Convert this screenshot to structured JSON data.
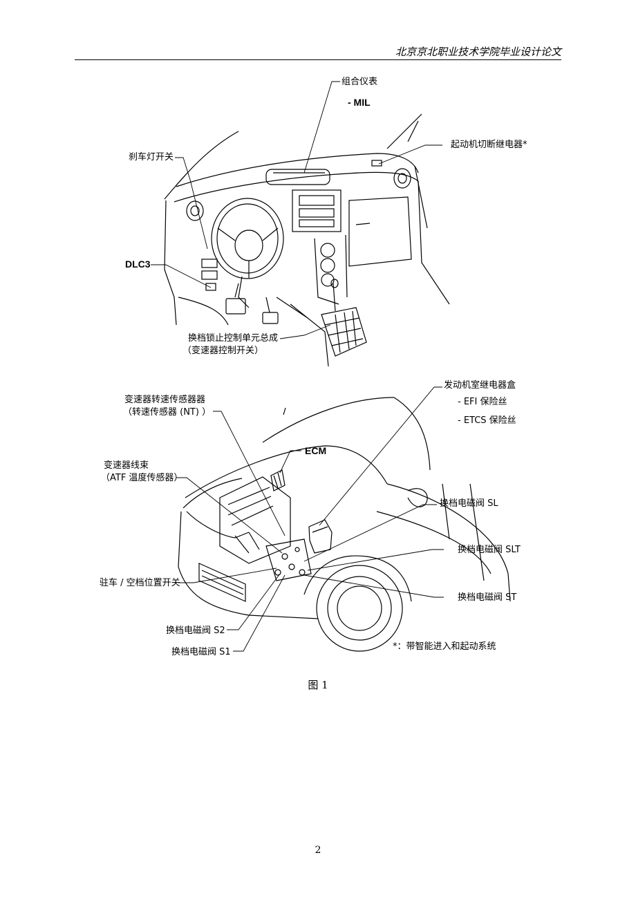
{
  "header": {
    "title": "北京京北职业技术学院毕业设计论文"
  },
  "figure_top": {
    "labels": {
      "instrument_cluster": "组合仪表",
      "mil": "- MIL",
      "starter_cut_relay": "起动机切断继电器*",
      "stop_lamp_switch": "刹车灯开关",
      "dlc3": "DLC3",
      "shift_lock_unit": "换档锁止控制单元总成",
      "trans_control_switch": "（变速器控制开关）"
    }
  },
  "figure_bottom": {
    "labels": {
      "speed_sensor": "变速器转速传感器器",
      "speed_sensor_nt": "（转速传感器 (NT) ）",
      "relay_box": "发动机室继电器盒",
      "efi_fuse": "- EFI 保险丝",
      "etcs_fuse": "- ETCS 保险丝",
      "ecm": "ECM",
      "wire_harness": "变速器线束",
      "atf_temp_sensor": "（ATF 温度传感器）",
      "solenoid_sl": "换档电磁阀 SL",
      "solenoid_slt": "换档电磁阀 SLT",
      "park_neutral_switch": "驻车 / 空档位置开关",
      "solenoid_st": "换档电磁阀 ST",
      "solenoid_s2": "换档电磁阀 S2",
      "solenoid_s1": "换档电磁阀 S1",
      "footnote": "*：带智能进入和起动系统"
    }
  },
  "caption": "图 1",
  "page_number": "2"
}
